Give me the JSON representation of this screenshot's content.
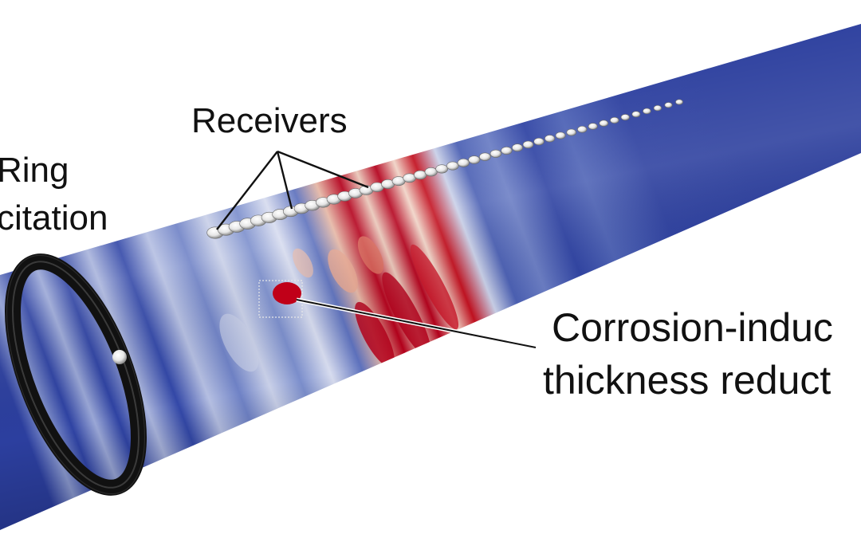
{
  "labels": {
    "receivers": "Receivers",
    "ring_line1": "Ring",
    "ring_line2": "citation",
    "corrosion_line1": "Corrosion-induc",
    "corrosion_line2": "thickness reduct"
  },
  "colors": {
    "pipe_base": "#2c3f9f",
    "wave_red": "#b3001b",
    "wave_light": "#c8cfe6",
    "ring": "#111111",
    "defect": "#c00018",
    "leader": "#111111"
  },
  "receiver_count": 44
}
